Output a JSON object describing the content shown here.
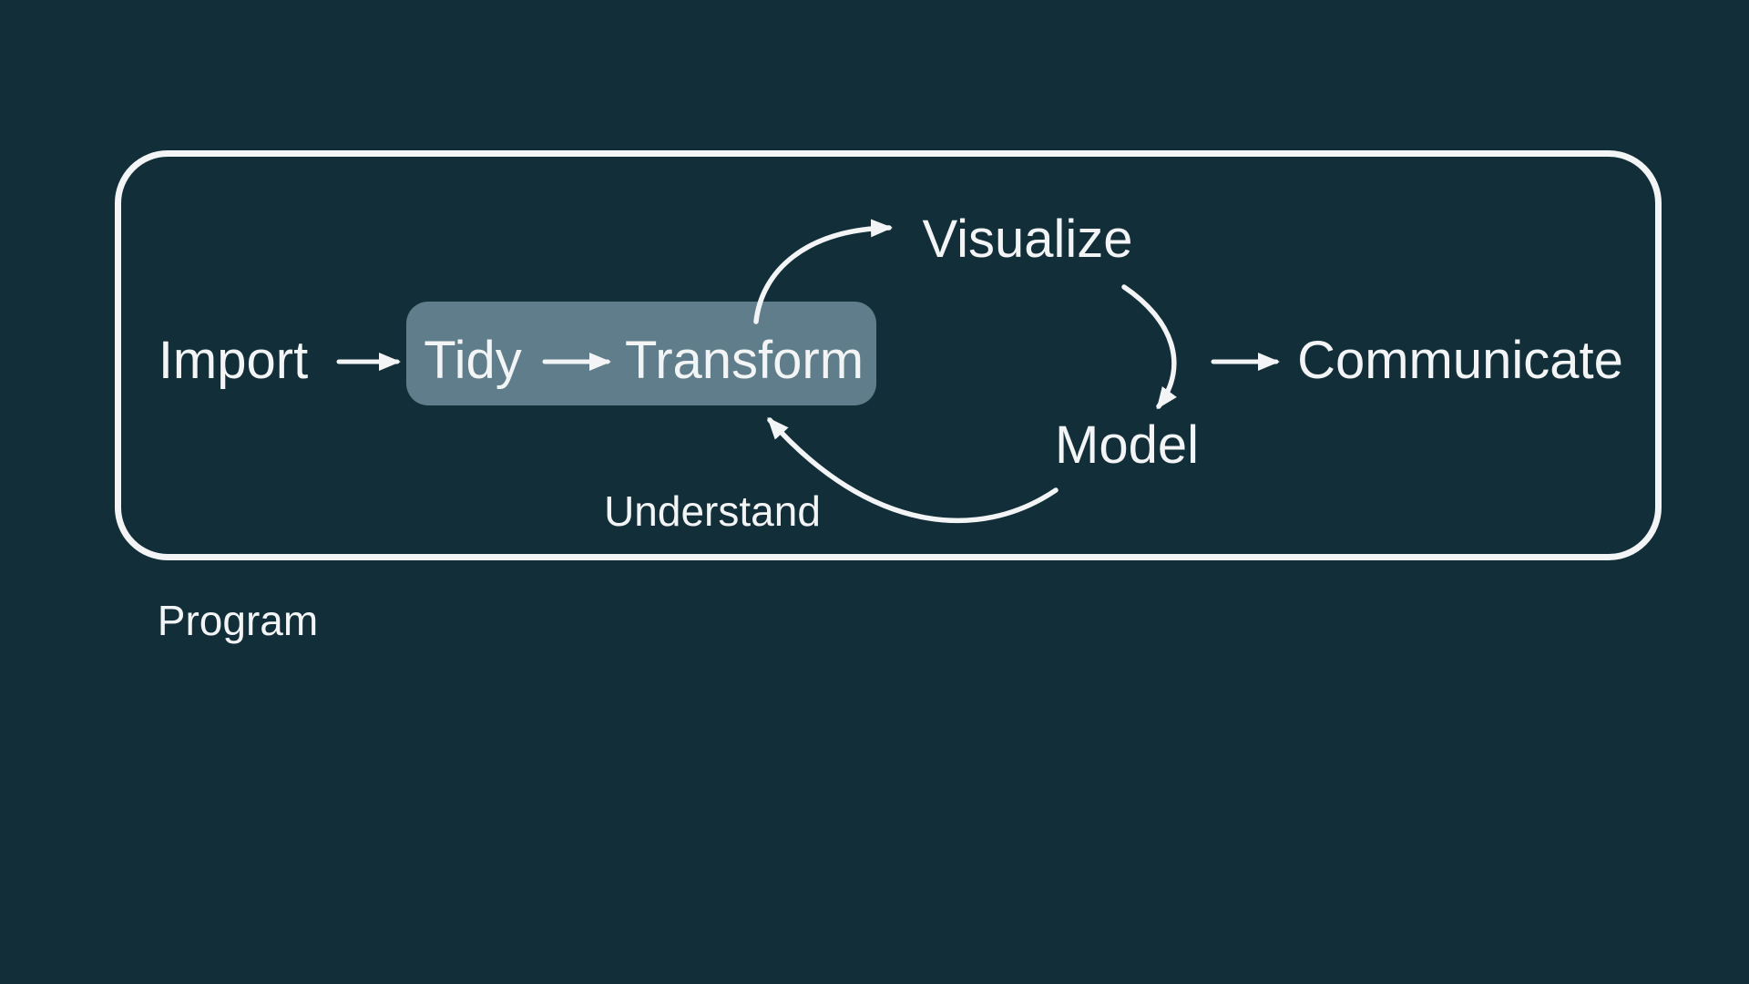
{
  "canvas": {
    "bg": "#122e38",
    "fg": "#f2f4f5",
    "box_fill": "#5f7d8a"
  },
  "workflow": {
    "nodes": {
      "import": "Import",
      "tidy": "Tidy",
      "transform": "Transform",
      "visualize": "Visualize",
      "model": "Model",
      "communicate": "Communicate"
    },
    "cycle_label": "Understand",
    "container_label": "Program"
  }
}
